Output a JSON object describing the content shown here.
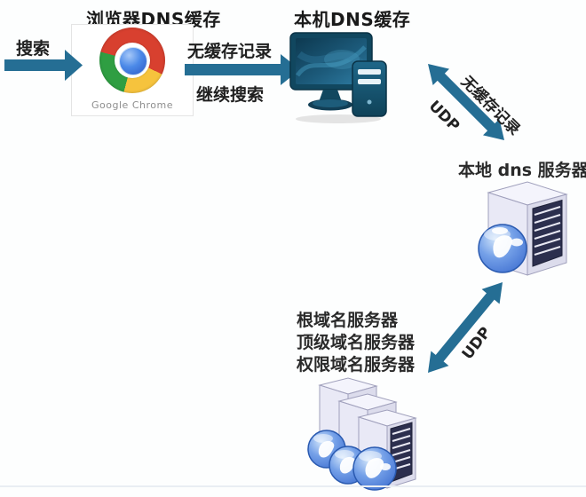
{
  "diagram": {
    "browser_cache": {
      "title": "浏览器DNS缓存",
      "caption": "Google Chrome"
    },
    "machine_cache": {
      "title": "本机DNS缓存"
    },
    "flow_search": {
      "label": "搜索"
    },
    "flow_no_cache": {
      "label_top": "无缓存记录",
      "label_bottom": "继续搜索"
    },
    "flow_to_local_dns": {
      "label": "无缓存记录",
      "protocol": "UDP"
    },
    "local_dns": {
      "title": "本地 dns 服务器"
    },
    "flow_to_root": {
      "protocol": "UDP"
    },
    "root_servers": {
      "lines": [
        "根域名服务器",
        "顶级域名服务器",
        "权限域名服务器"
      ]
    },
    "icons": {
      "chrome": "chrome-logo",
      "machine": "desktop-computer",
      "local_dns": "server-with-globe",
      "root": "server-cluster-with-globes"
    },
    "colors": {
      "arrow": "#256e94",
      "title_text": "#1a1a1a",
      "caption_text": "#8e8e8e",
      "server_panel": "#2c2f4e",
      "globe_blue": "#3f6fd0",
      "computer_teal": "#11475f"
    }
  }
}
